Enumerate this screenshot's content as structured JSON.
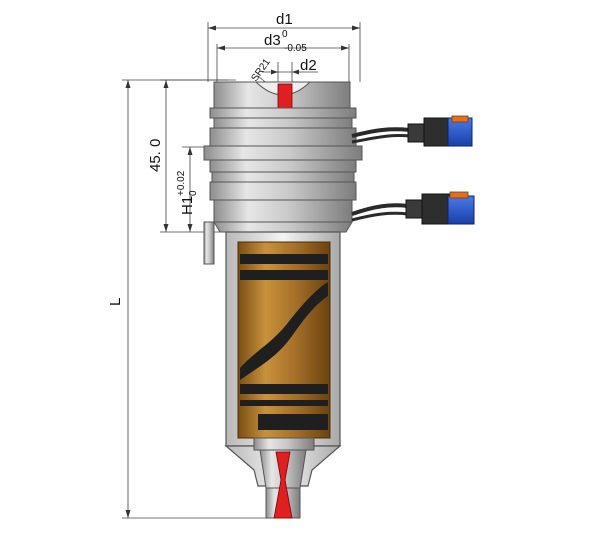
{
  "dimensions": {
    "d1": "d1",
    "d3": "d3",
    "d3_upper_tol": "0",
    "d3_lower_tol": "-0.05",
    "d2": "d2",
    "sphere": "SR21",
    "height_45": "45. 0",
    "h1": "H1",
    "h1_upper_tol": "+0.02",
    "h1_lower_tol": "0",
    "length": "L"
  },
  "colors": {
    "housing": "#c4c4c4",
    "bronze": "#b17a2c",
    "stripe": "#1f1f1f",
    "connector_blue": "#2255cc",
    "connector_orange": "#e0701e",
    "accent_red": "#e02020"
  }
}
